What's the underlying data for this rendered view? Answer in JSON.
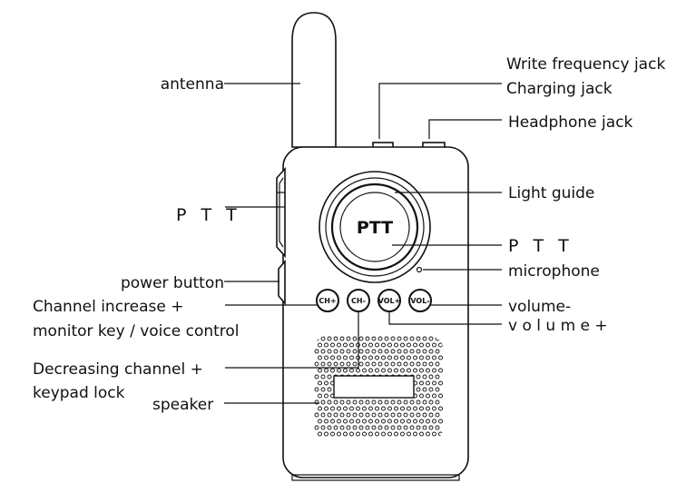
{
  "labels": {
    "antenna": "antenna",
    "write_frequency_jack": "Write frequency jack",
    "charging_jack": "Charging jack",
    "headphone_jack": "Headphone jack",
    "ptt_left": "P T T",
    "light_guide": "Light guide",
    "ptt_right": "P T T",
    "microphone": "microphone",
    "power_button": "power button",
    "channel_increase_line1": "Channel increase +",
    "channel_increase_line2": "monitor key / voice control",
    "volume_minus": "volume-",
    "volume_plus": "v o l u m e +",
    "decreasing_channel_line1": "Decreasing channel +",
    "decreasing_channel_line2": "keypad lock",
    "speaker": "speaker"
  },
  "device": {
    "ptt_button_text": "PTT",
    "buttons": [
      "CH+",
      "CH-",
      "VOL+",
      "VOL-"
    ]
  }
}
